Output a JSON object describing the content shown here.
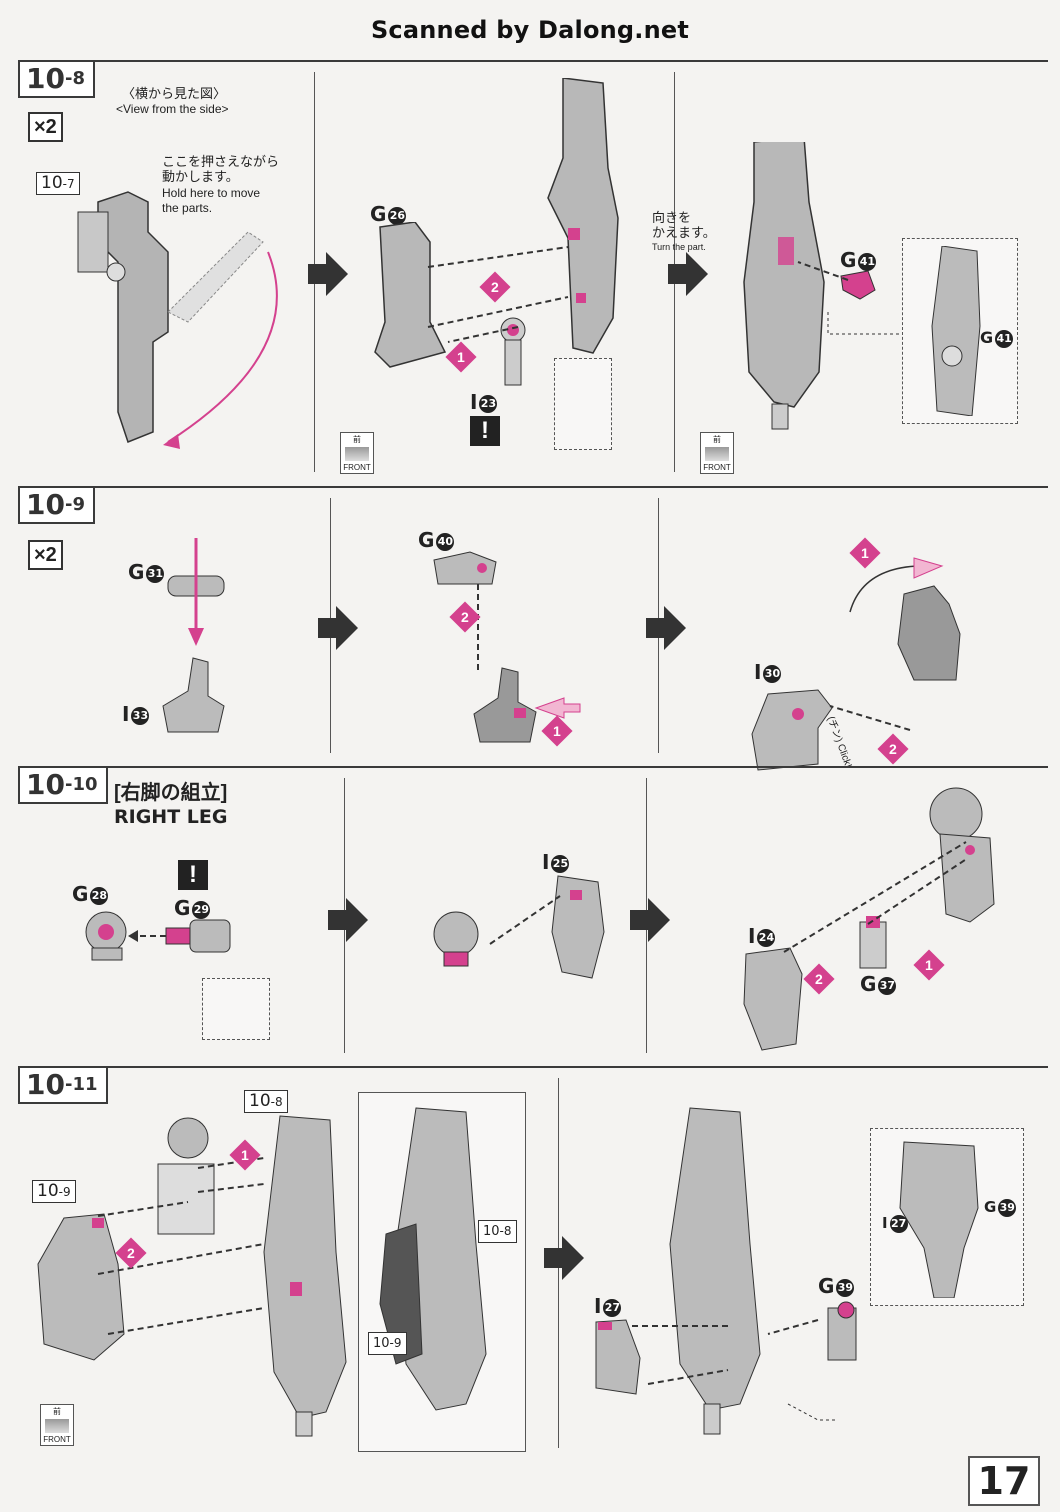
{
  "header": {
    "watermark": "Scanned by Dalong.net"
  },
  "page_number": "17",
  "steps": [
    {
      "id": "10-8",
      "main": "10",
      "sub": "-8",
      "qty": "×2",
      "view_jp": "〈横から見た図〉",
      "view_en": "<View from the side>",
      "hold_jp_1": "ここを押さえながら",
      "hold_jp_2": "動かします。",
      "hold_en_1": "Hold here to move",
      "hold_en_2": "the parts.",
      "ref_main": "10",
      "ref_sub": "-7",
      "turn_jp_1": "向きを",
      "turn_jp_2": "かえます。",
      "turn_en": "Turn the part.",
      "front_jp": "前",
      "front_en": "FRONT",
      "parts": [
        {
          "letter": "G",
          "num": "26"
        },
        {
          "letter": "I",
          "num": "23"
        },
        {
          "letter": "G",
          "num": "41"
        },
        {
          "letter": "G",
          "num": "41"
        }
      ]
    },
    {
      "id": "10-9",
      "main": "10",
      "sub": "-9",
      "qty": "×2",
      "click_jp": "(チン)",
      "click_en": "Click!",
      "parts": [
        {
          "letter": "G",
          "num": "31"
        },
        {
          "letter": "I",
          "num": "33"
        },
        {
          "letter": "G",
          "num": "40"
        },
        {
          "letter": "I",
          "num": "30"
        }
      ]
    },
    {
      "id": "10-10",
      "main": "10",
      "sub": "-10",
      "title_jp": "[右脚の組立]",
      "title_en": "RIGHT LEG",
      "parts": [
        {
          "letter": "G",
          "num": "28"
        },
        {
          "letter": "G",
          "num": "29"
        },
        {
          "letter": "I",
          "num": "25"
        },
        {
          "letter": "I",
          "num": "24"
        },
        {
          "letter": "G",
          "num": "37"
        }
      ]
    },
    {
      "id": "10-11",
      "main": "10",
      "sub": "-11",
      "ref_a_main": "10",
      "ref_a_sub": "-9",
      "ref_b_main": "10",
      "ref_b_sub": "-8",
      "front_jp": "前",
      "front_en": "FRONT",
      "parts": [
        {
          "letter": "I",
          "num": "27"
        },
        {
          "letter": "G",
          "num": "39"
        },
        {
          "letter": "I",
          "num": "27"
        },
        {
          "letter": "G",
          "num": "39"
        }
      ]
    }
  ],
  "badges": {
    "one": "1",
    "two": "2"
  },
  "warning_symbol": "!",
  "colors": {
    "accent": "#d4418e",
    "part_gray": "#a9a9a9",
    "line": "#333333"
  }
}
